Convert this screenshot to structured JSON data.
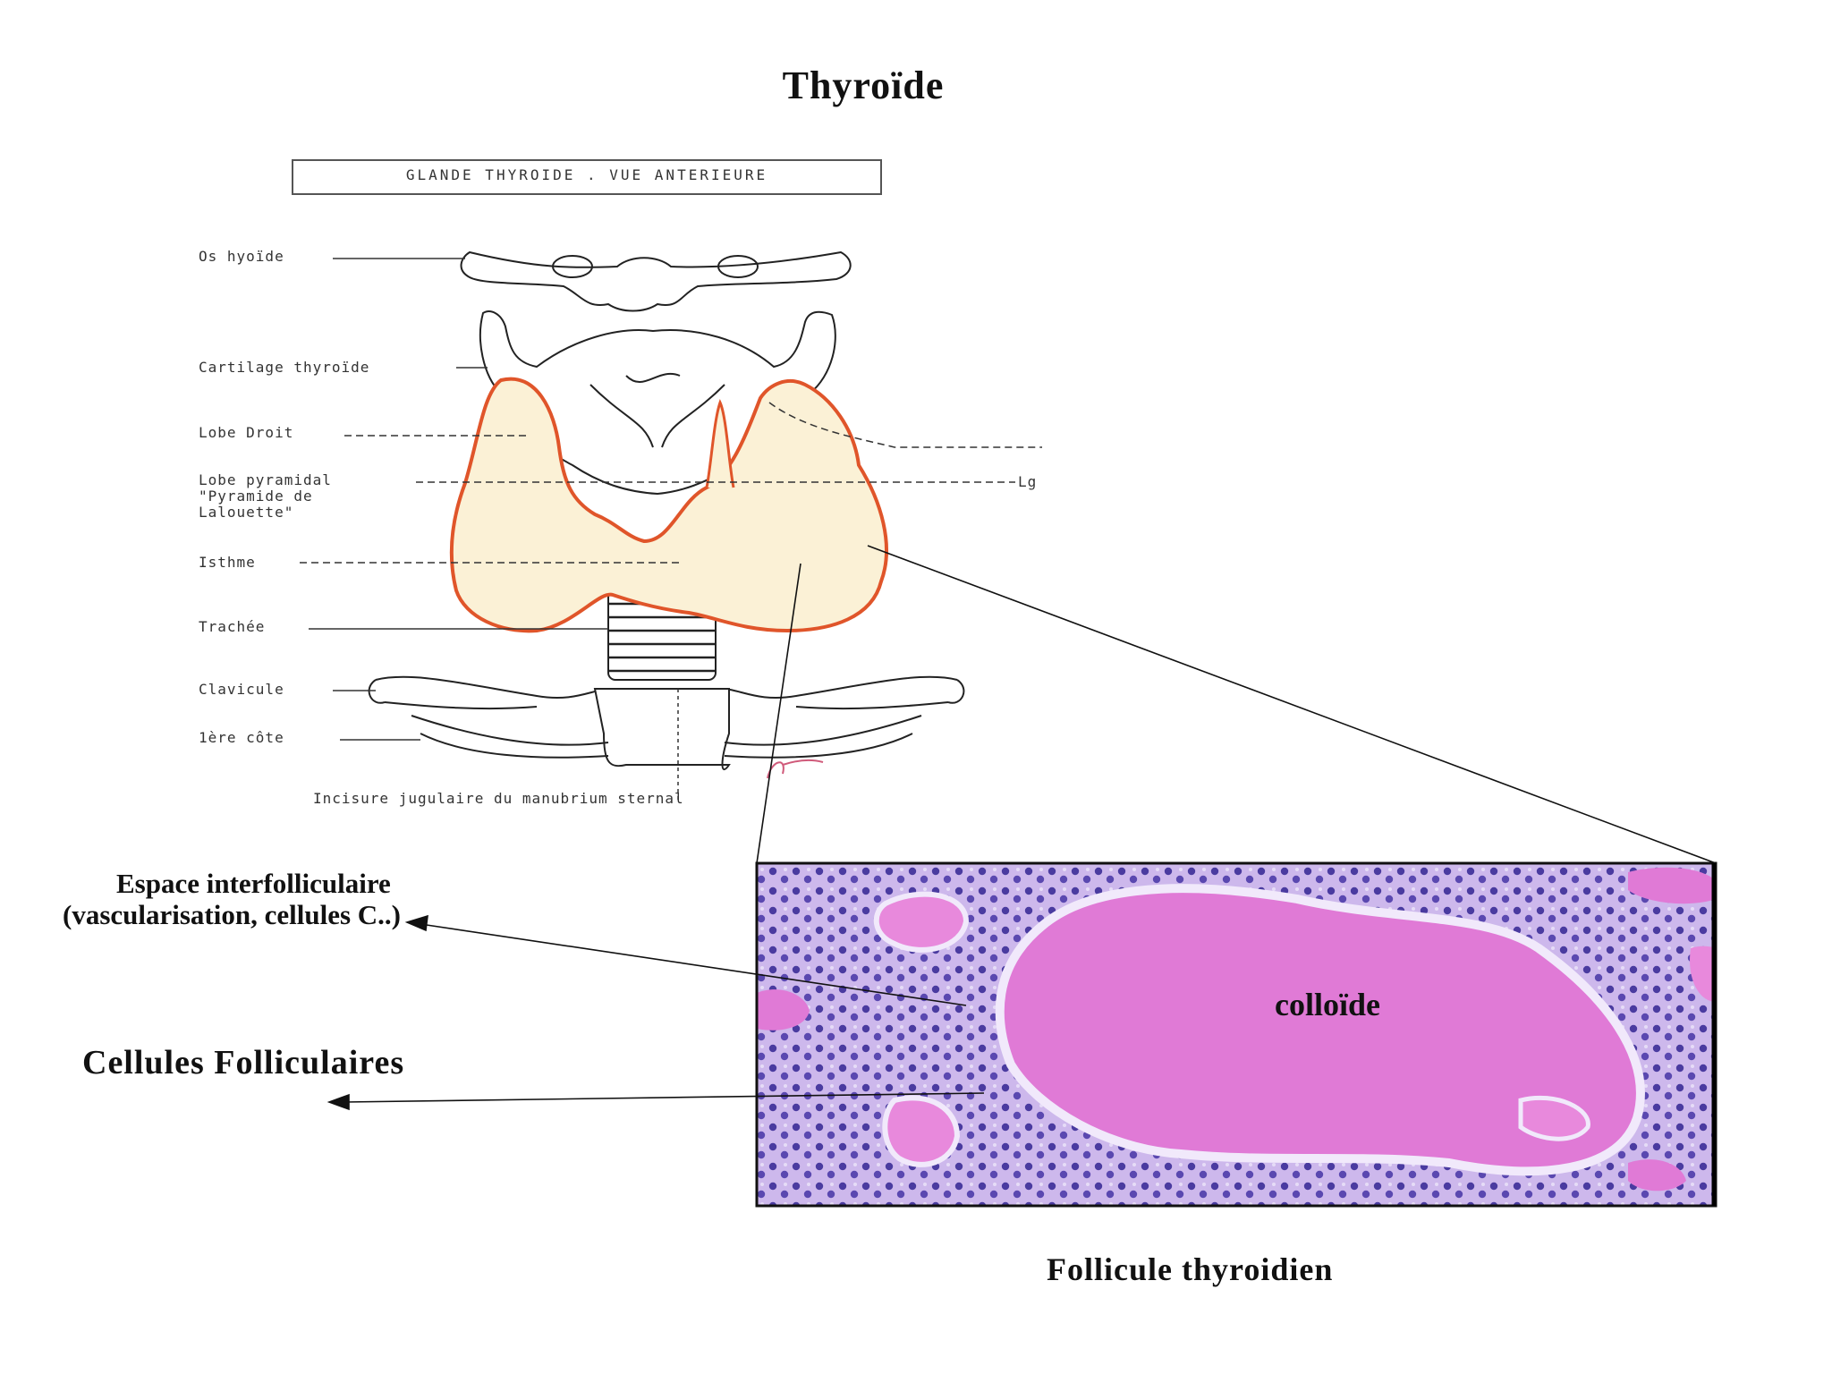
{
  "title": "Thyroïde",
  "diagram": {
    "box_label": "GLANDE THYROIDE . VUE ANTERIEURE",
    "labels": {
      "os_hyoide": "Os hyoïde",
      "cartilage": "Cartilage thyroïde",
      "lobe_droit": "Lobe Droit",
      "lobe_pyramidal_1": "Lobe pyramidal",
      "lobe_pyramidal_2": "\"Pyramide de",
      "lobe_pyramidal_3": "Lalouette\"",
      "isthme": "Isthme",
      "trachee": "Trachée",
      "clavicule": "Clavicule",
      "premiere_cote": "1ère  côte",
      "incisure": "Incisure jugulaire du manubrium sternal",
      "lg": "Lg"
    }
  },
  "histology": {
    "espace_line1": "Espace interfolliculaire",
    "espace_line2": "(vascularisation, cellules C..)",
    "cellules": "Cellules Folliculaires",
    "colloide": "colloïde",
    "follicule": "Follicule thyroidien"
  },
  "colors": {
    "gland_fill": "#fbf1d6",
    "gland_outline": "#e0552a",
    "colloid": "#e07ad6",
    "tissue": "#c9b4ea",
    "nucleus": "#4a3ba0"
  }
}
